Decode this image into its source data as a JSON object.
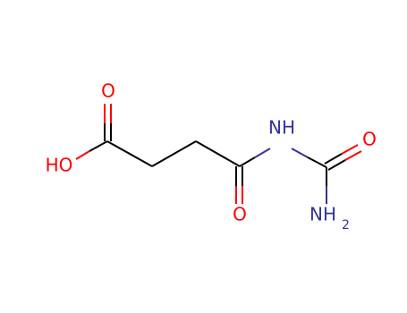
{
  "colors": {
    "bond": "#000000",
    "oxygen": "#ff0000",
    "nitrogen": "#333399"
  },
  "atoms": {
    "oxygen_acid_carbonyl": "O",
    "hydroxyl": "HO",
    "nh": "NH",
    "oxygen_amide": "O",
    "oxygen_urea": "O",
    "amine_main": "NH",
    "amine_subscript": "2"
  }
}
